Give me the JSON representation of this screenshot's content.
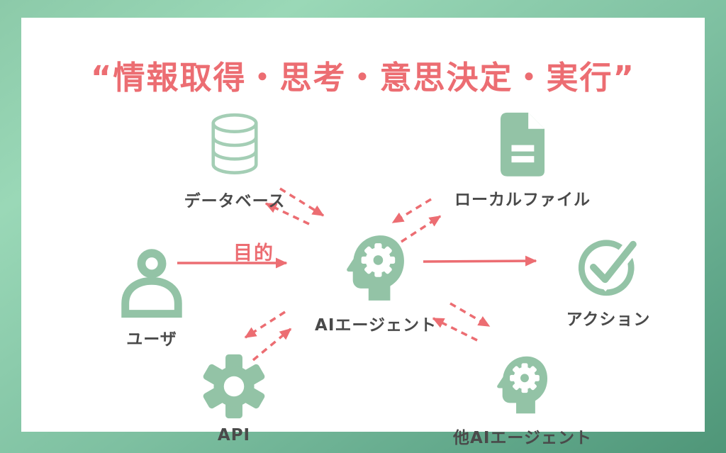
{
  "title": "“情報取得・思考・意思決定・実行”",
  "diagram": {
    "purpose_label": "目的",
    "nodes": {
      "database": {
        "label": "データベース"
      },
      "local_file": {
        "label": "ローカルファイル"
      },
      "user": {
        "label": "ユーザ"
      },
      "ai_agent": {
        "label": "AIエージェント"
      },
      "action": {
        "label": "アクション"
      },
      "api": {
        "label": "API"
      },
      "other_ai_agent": {
        "label": "他AIエージェント"
      }
    }
  },
  "colors": {
    "accent_red": "#ec6d72",
    "icon_green": "#93c3a6",
    "icon_green_light": "#a4ceb5",
    "label_gray": "#4a4a4a",
    "card_bg": "#ffffff"
  }
}
